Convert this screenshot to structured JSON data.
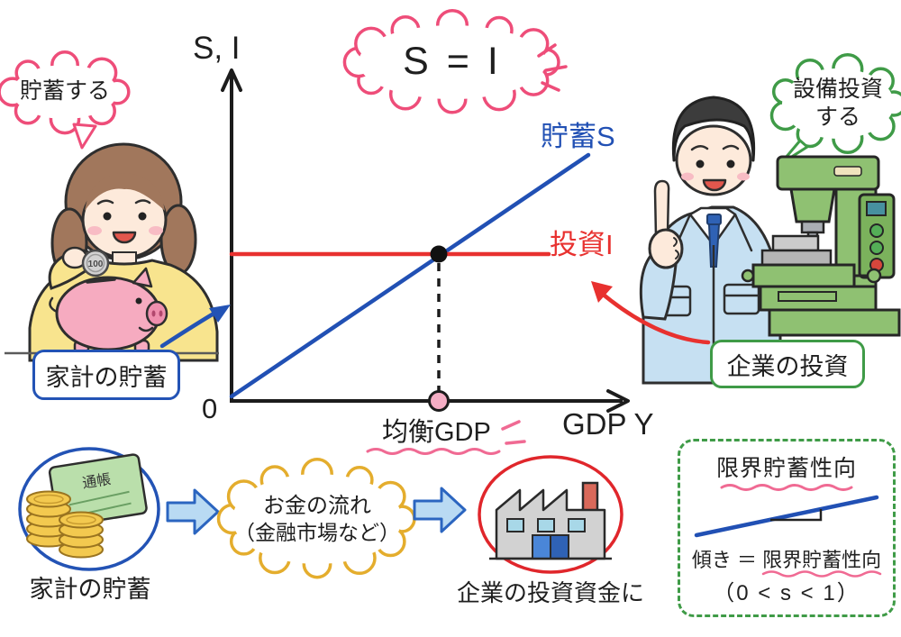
{
  "equation_bubble": {
    "text": "S = I"
  },
  "graph": {
    "y_axis_label": "S, I",
    "x_axis_label": "GDP Y",
    "origin_label": "0",
    "savings_line_label": "貯蓄S",
    "investment_line_label": "投資I",
    "equilibrium_gdp_label": "均衡GDP"
  },
  "household": {
    "speech_bubble": "貯蓄する",
    "coin_text": "100",
    "label": "家計の貯蓄"
  },
  "firm": {
    "speech_bubble_line1": "設備投資",
    "speech_bubble_line2": "する",
    "label": "企業の投資"
  },
  "flow": {
    "savings_label": "家計の貯蓄",
    "passbook_text": "通帳",
    "cloud_line1": "お金の流れ",
    "cloud_line2": "（金融市場など）",
    "investment_label": "企業の投資資金に"
  },
  "mps_box": {
    "title": "限界貯蓄性向",
    "slope_prefix": "傾き ＝",
    "slope_term": "限界貯蓄性向",
    "condition": "（0 < s < 1）"
  },
  "colors": {
    "savings_line": "#2150b4",
    "investment_line": "#e8312f",
    "pink_accent": "#ee4d79",
    "green_accent": "#3f9b47",
    "yellow_accent": "#e4ad2d",
    "blue_accent": "#2353b5",
    "equilibrium_point": "#111111",
    "gdp_point_fill": "#f5aec5"
  },
  "chart_data": {
    "type": "line",
    "title": "S = I",
    "xlabel": "GDP Y",
    "ylabel": "S, I",
    "x_range": [
      0,
      10
    ],
    "y_range": [
      0,
      7
    ],
    "series": [
      {
        "name": "貯蓄S",
        "color": "#2150b4",
        "points": [
          [
            0,
            0
          ],
          [
            9.2,
            6.2
          ]
        ]
      },
      {
        "name": "投資I",
        "color": "#e8312f",
        "points": [
          [
            0,
            3.8
          ],
          [
            8.2,
            3.8
          ]
        ]
      }
    ],
    "equilibrium": {
      "x": 5.6,
      "y": 3.8,
      "label": "均衡GDP"
    },
    "grid": false,
    "annotations": [
      "傾き＝限界貯蓄性向",
      "（0 < s < 1）"
    ]
  }
}
